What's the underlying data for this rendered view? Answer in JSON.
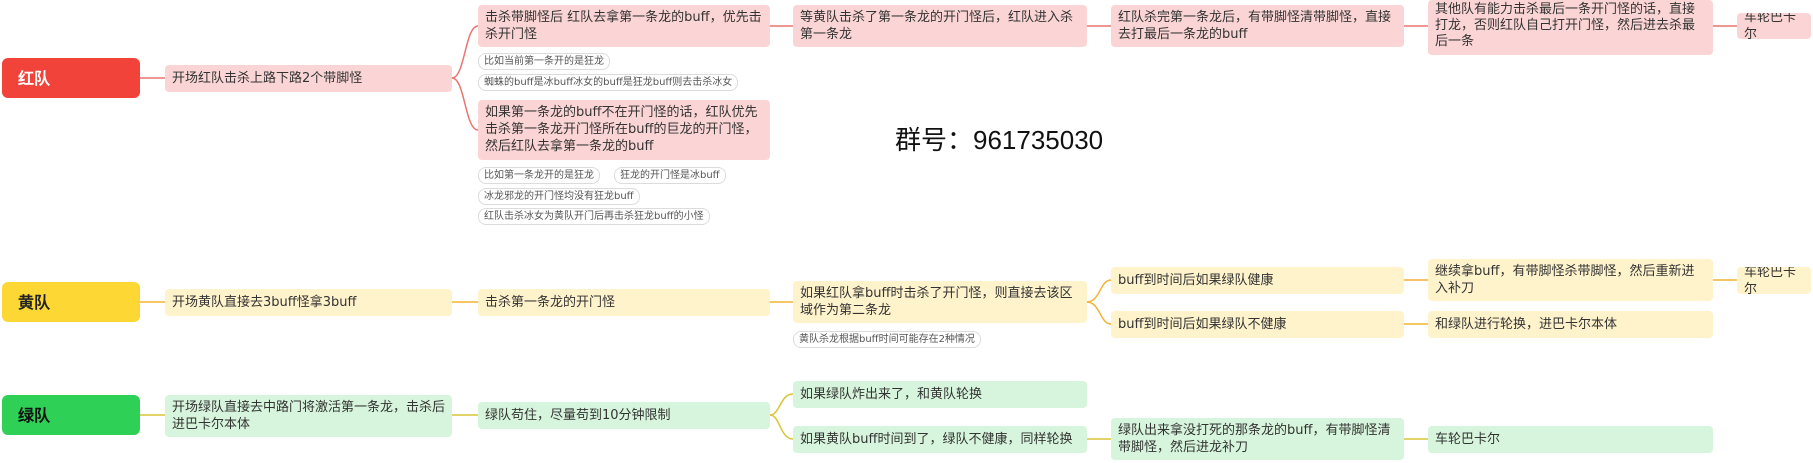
{
  "group_label": "群号：961735030",
  "red_team": {
    "label": "红队",
    "start": "开场红队击杀上路下路2个带脚怪",
    "branch1": "击杀带脚怪后 红队去拿第一条龙的buff，优先击杀开门怪",
    "branch1_notes": [
      "比如当前第一条开的是狂龙",
      "蜘蛛的buff是冰buff冰女的buff是狂龙buff则去击杀冰女"
    ],
    "branch2": "如果第一条龙的buff不在开门怪的话，红队优先击杀第一条龙开门怪所在buff的巨龙的开门怪，然后红队去拿第一条龙的buff",
    "branch2_notes": [
      "比如第一条龙开的是狂龙",
      "狂龙的开门怪是冰buff",
      "冰龙邪龙的开门怪均没有狂龙buff",
      "红队击杀冰女为黄队开门后再击杀狂龙buff的小怪"
    ],
    "step2": "等黄队击杀了第一条龙的开门怪后，红队进入杀第一条龙",
    "step3": "红队杀完第一条龙后，有带脚怪清带脚怪，直接去打最后一条龙的buff",
    "step4": "其他队有能力击杀最后一条开门怪的话，直接打龙，否则红队自己打开门怪，然后进去杀最后一条",
    "step5": "车轮巴卡尔"
  },
  "yellow_team": {
    "label": "黄队",
    "start": "开场黄队直接去3buff怪拿3buff",
    "step1": "击杀第一条龙的开门怪",
    "step2": "如果红队拿buff时击杀了开门怪，则直接去该区域作为第二条龙",
    "step2_note": "黄队杀龙根据buff时间可能存在2种情况",
    "healthy": "buff到时间后如果绿队健康",
    "healthy_next": "继续拿buff，有带脚怪杀带脚怪，然后重新进入补刀",
    "healthy_end": "车轮巴卡尔",
    "unhealthy": "buff到时间后如果绿队不健康",
    "unhealthy_next": "和绿队进行轮换，进巴卡尔本体"
  },
  "green_team": {
    "label": "绿队",
    "start": "开场绿队直接去中路门将激活第一条龙，击杀后进巴卡尔本体",
    "step1": "绿队苟住，尽量苟到10分钟限制",
    "branch1": "如果绿队炸出来了，和黄队轮换",
    "branch2": "如果黄队buff时间到了，绿队不健康，同样轮换",
    "branch2_next": "绿队出来拿没打死的那条龙的buff，有带脚怪清带脚怪，然后进龙补刀",
    "branch2_end": "车轮巴卡尔"
  },
  "colors": {
    "red_root": "#f2433b",
    "red_node": "#fbd5d5",
    "yellow_root": "#fdd835",
    "yellow_node": "#fff3cc",
    "green_root": "#2ed155",
    "green_node": "#d7f5dc"
  }
}
